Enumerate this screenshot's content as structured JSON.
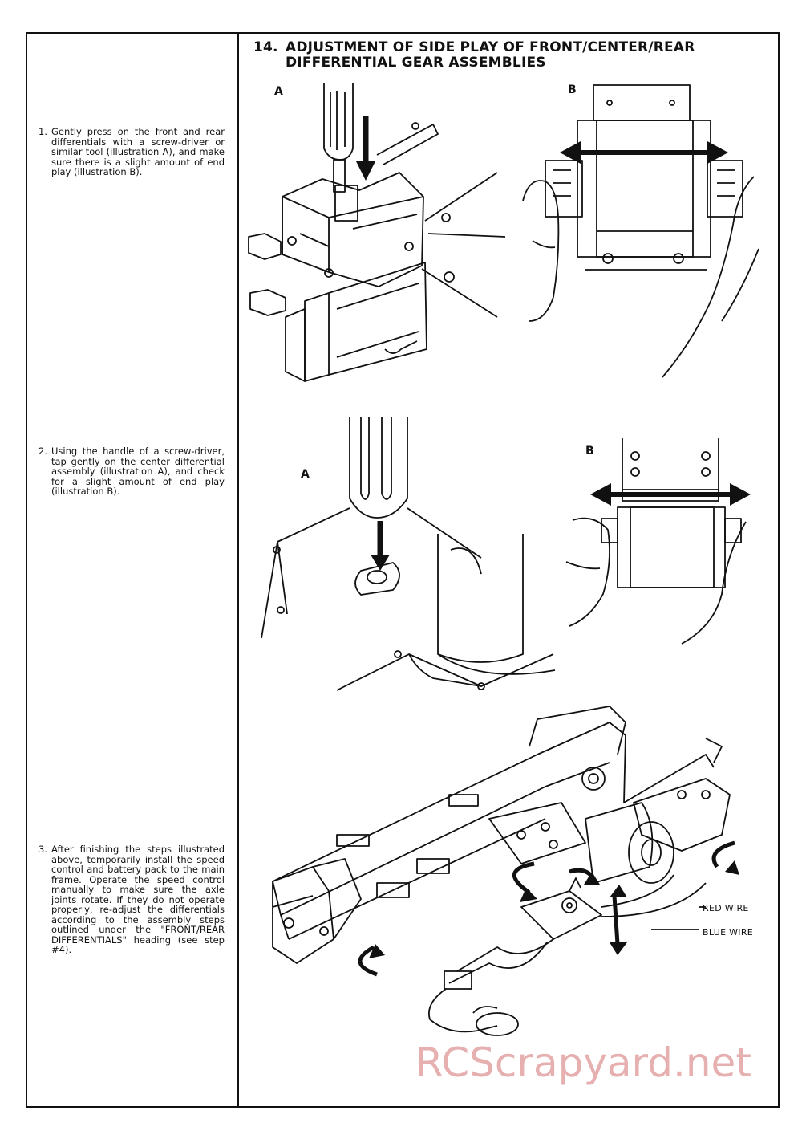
{
  "heading": {
    "number": "14.",
    "line1": "ADJUSTMENT OF SIDE PLAY OF FRONT/CENTER/REAR",
    "line2": "DIFFERENTIAL GEAR ASSEMBLIES"
  },
  "steps": [
    {
      "num": "1.",
      "text": "Gently press on the front and rear differentials with a screw-driver or similar tool (illustration A), and make sure there is a slight amount of end play (illustration B)."
    },
    {
      "num": "2.",
      "text": "Using the handle of a screw-driver, tap gently on the center differential assembly (illustration A), and check for a slight amount of end play (illustration B)."
    },
    {
      "num": "3.",
      "text": "After finishing the steps illustrated above, temporarily install the speed control and battery pack to the main frame. Operate the speed control manually to make sure the axle joints rotate. If they do not operate properly, re-adjust the differentials according to the assembly steps outlined under the \"FRONT/REAR DIFFERENTIALS\" heading (see step #4)."
    }
  ],
  "figure_labels": {
    "fig1_a": "A",
    "fig1_b": "B",
    "fig2_a": "A",
    "fig2_b": "B",
    "red_wire": "RED WIRE",
    "blue_wire": "BLUE WIRE"
  },
  "watermark": "RCScrapyard.net"
}
